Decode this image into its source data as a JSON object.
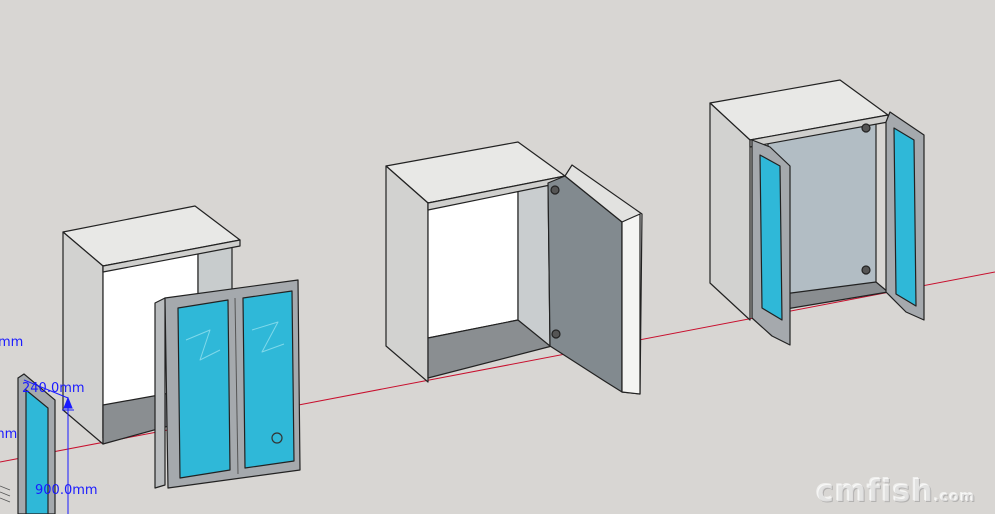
{
  "viewport": {
    "background_color": "#d8d6d3",
    "axis_color": "#c8102e",
    "dimension_color": "#1a1aff",
    "glass_color": "#2fb8d8"
  },
  "dimensions": {
    "top_left_partial": "mm",
    "mid_left_partial": "mm",
    "width_label": "240.0mm",
    "height_label": "900.0mm"
  },
  "models": [
    {
      "name": "double-glass-door-cabinet",
      "doors": "double glass, detached"
    },
    {
      "name": "single-steel-door-cabinet",
      "doors": "single solid, open"
    },
    {
      "name": "double-glass-door-cabinet-open",
      "doors": "double glass, open"
    }
  ],
  "watermark": {
    "text": "cmfish",
    "suffix": ".com"
  }
}
